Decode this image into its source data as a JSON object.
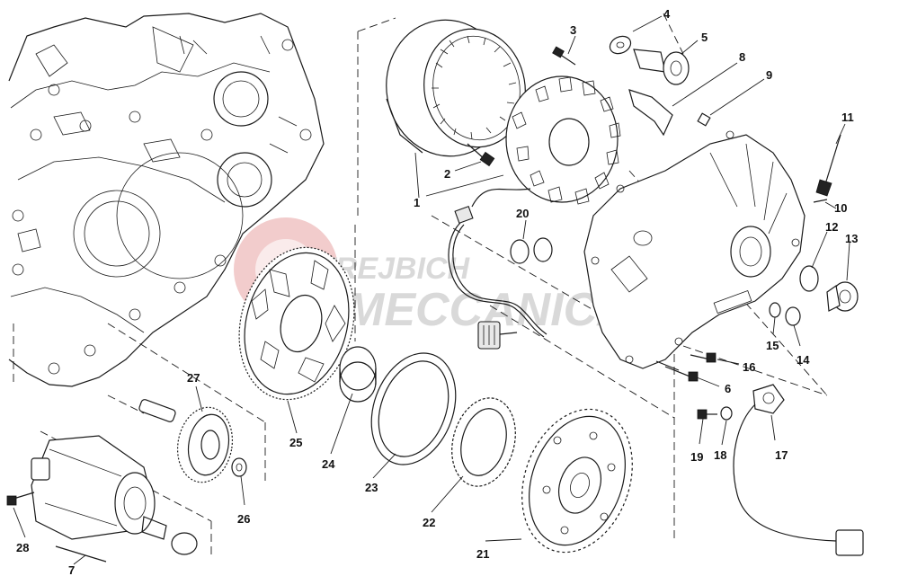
{
  "diagram": {
    "part_labels": [
      "1",
      "2",
      "3",
      "4",
      "5",
      "6",
      "7",
      "8",
      "9",
      "10",
      "11",
      "12",
      "13",
      "14",
      "15",
      "16",
      "17",
      "18",
      "19",
      "20",
      "21",
      "22",
      "23",
      "24",
      "25",
      "26",
      "27",
      "28"
    ],
    "watermark": {
      "line1": "TREJBICH",
      "line2": "MECCANICA",
      "logo_color": "#e8a3a3"
    }
  }
}
